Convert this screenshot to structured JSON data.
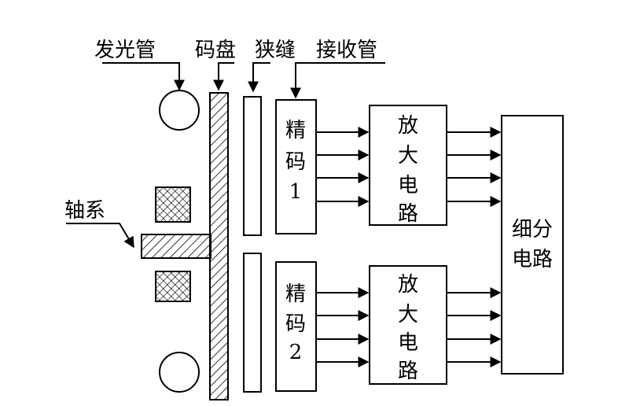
{
  "labels": {
    "emitter": "发光管",
    "code_disk": "码盘",
    "slit": "狭缝",
    "receiver": "接收管",
    "shaft": "轴系"
  },
  "channel_1": {
    "receiver": [
      "精",
      "码",
      "1"
    ],
    "amplifier": [
      "放",
      "大",
      "电",
      "路"
    ]
  },
  "channel_2": {
    "receiver": [
      "精",
      "码",
      "2"
    ],
    "amplifier": [
      "放",
      "大",
      "电",
      "路"
    ]
  },
  "subdivision": [
    "细分",
    "电路"
  ]
}
